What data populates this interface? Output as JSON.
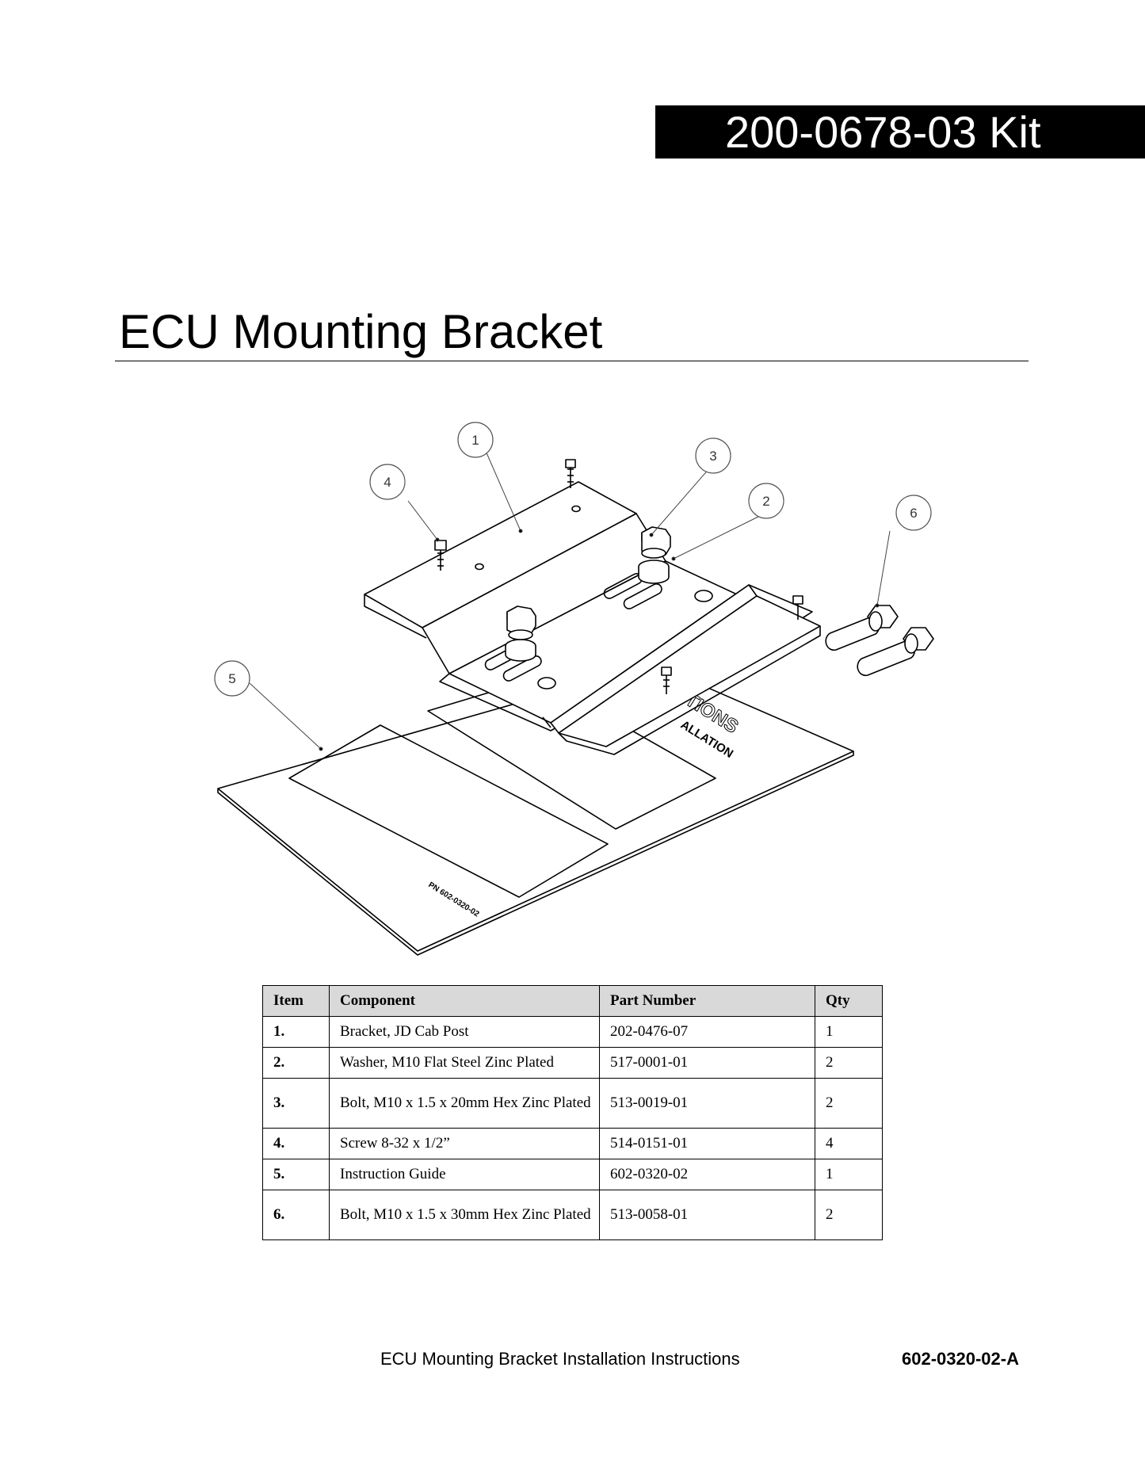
{
  "header": {
    "kit_label": "200-0678-03 Kit"
  },
  "title": "ECU Mounting Bracket",
  "diagram": {
    "callouts": [
      "1",
      "2",
      "3",
      "4",
      "5",
      "6"
    ],
    "guide_text": [
      "TIONS",
      "ALLATION"
    ],
    "guide_part_marking": "PN 602-0320-02"
  },
  "table": {
    "headers": [
      "Item",
      "Component",
      "Part Number",
      "Qty"
    ],
    "rows": [
      {
        "item": "1.",
        "component": "Bracket, JD Cab Post",
        "part_number": "202-0476-07",
        "qty": "1"
      },
      {
        "item": "2.",
        "component": "Washer, M10 Flat Steel Zinc Plated",
        "part_number": "517-0001-01",
        "qty": "2"
      },
      {
        "item": "3.",
        "component": "Bolt, M10 x 1.5 x 20mm Hex Zinc Plated",
        "part_number": "513-0019-01",
        "qty": "2"
      },
      {
        "item": "4.",
        "component": "Screw 8-32 x 1/2”",
        "part_number": "514-0151-01",
        "qty": "4"
      },
      {
        "item": "5.",
        "component": "Instruction Guide",
        "part_number": "602-0320-02",
        "qty": "1"
      },
      {
        "item": "6.",
        "component": "Bolt, M10 x 1.5 x 30mm Hex Zinc Plated",
        "part_number": "513-0058-01",
        "qty": "2"
      }
    ]
  },
  "footer": {
    "title": "ECU Mounting Bracket Installation Instructions",
    "doc_number": "602-0320-02-A"
  }
}
